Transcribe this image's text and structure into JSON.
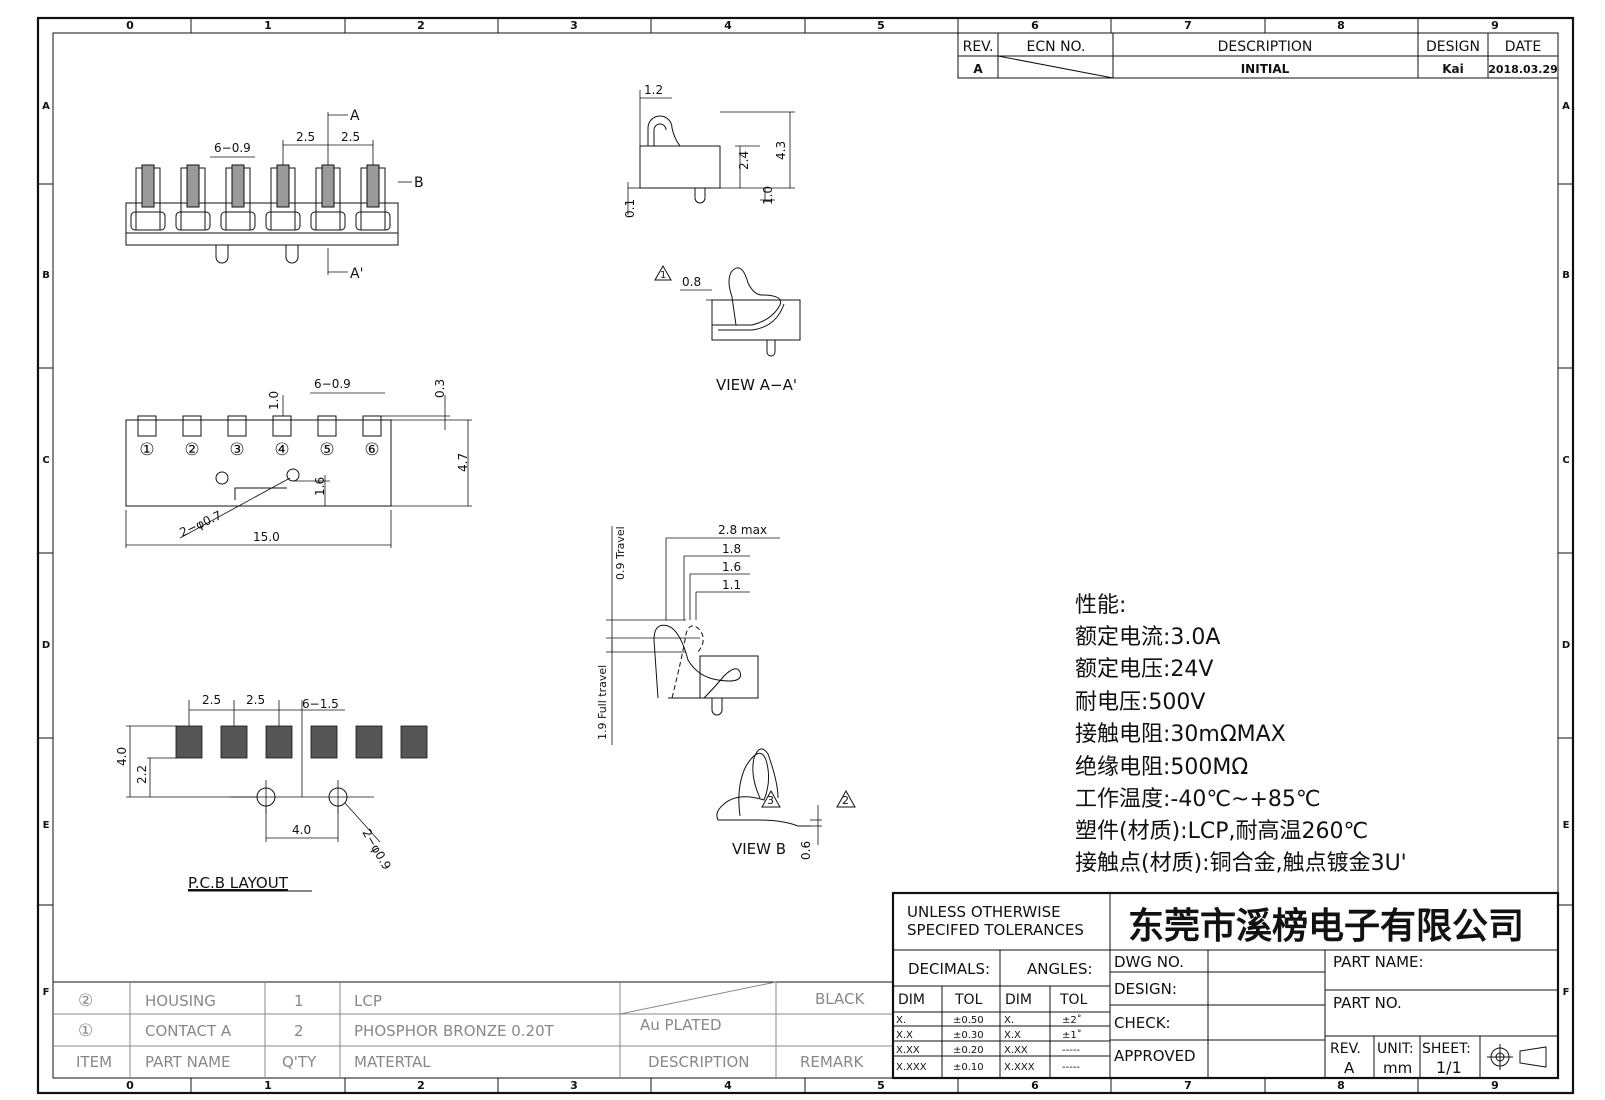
{
  "frame": {
    "col_labels": [
      "0",
      "1",
      "2",
      "3",
      "4",
      "5",
      "6",
      "7",
      "8",
      "9"
    ],
    "row_labels": [
      "A",
      "B",
      "C",
      "D",
      "E",
      "F"
    ]
  },
  "revision_block": {
    "headers": [
      "REV.",
      "ECN NO.",
      "DESCRIPTION",
      "DESIGN",
      "DATE"
    ],
    "rev": "A",
    "description": "INITIAL",
    "design": "Kai",
    "date": "2018.03.29"
  },
  "top_view": {
    "dims": {
      "pitch_a": "2.5",
      "pitch_b": "2.5",
      "width": "6−0.9"
    },
    "marks": {
      "a": "A",
      "a_prime": "A'",
      "b": "B"
    }
  },
  "side_view": {
    "dims": {
      "d1": "1.2",
      "d2": "2.4",
      "d3": "4.3",
      "d4": "1.0",
      "d5": "0.1"
    }
  },
  "section_view": {
    "title": "VIEW A−A'",
    "dim": "0.8",
    "rev_flag": "1"
  },
  "bottom_view": {
    "dims": {
      "width": "6−0.9",
      "tip": "0.3",
      "h1": "1.0",
      "height": "4.7",
      "boss": "1.6",
      "hole": "2−φ0.7",
      "length": "15.0"
    },
    "pin_numbers": [
      "①",
      "②",
      "③",
      "④",
      "⑤",
      "⑥"
    ]
  },
  "travel_view": {
    "dims": {
      "max": "2.8 max",
      "d1": "1.8",
      "d2": "1.6",
      "d3": "1.1",
      "travel": "0.9 Travel",
      "full": "1.9 Full travel"
    }
  },
  "view_b": {
    "title": "VIEW B",
    "dim": "0.6",
    "flag3": "3",
    "flag2": "2"
  },
  "pcb_layout": {
    "title": "P.C.B LAYOUT",
    "dims": {
      "p1": "2.5",
      "p2": "2.5",
      "pad": "6−1.5",
      "h": "4.0",
      "h2": "2.2",
      "hole_pitch": "4.0",
      "hole": "2−φ0.9"
    }
  },
  "specs": {
    "title": "性能:",
    "lines": [
      "额定电流:3.0A",
      "额定电压:24V",
      "耐电压:500V",
      "接触电阻:30mΩMAX",
      "绝缘电阻:500MΩ",
      "工作温度:-40℃~+85℃",
      "塑件(材质):LCP,耐高温260℃",
      "接触点(材质):铜合金,触点镀金3U'"
    ]
  },
  "bom": {
    "rows": [
      {
        "item": "②",
        "name": "HOUSING",
        "qty": "1",
        "material": "LCP",
        "description": "",
        "remark": "BLACK"
      },
      {
        "item": "①",
        "name": "CONTACT A",
        "qty": "2",
        "material": "PHOSPHOR BRONZE 0.20T",
        "description": "Au PLATED",
        "remark": ""
      }
    ],
    "header": {
      "item": "ITEM",
      "name": "PART NAME",
      "qty": "Q'TY",
      "material": "MATERTAL",
      "description": "DESCRIPTION",
      "remark": "REMARK"
    }
  },
  "title_block": {
    "tolerance_note_1": "UNLESS OTHERWISE",
    "tolerance_note_2": "SPECIFED TOLERANCES",
    "company": "东莞市溪榜电子有限公司",
    "decimals": "DECIMALS:",
    "angles": "ANGLES:",
    "dim_header": "DIM",
    "tol_header": "TOL",
    "decimal_rows": [
      [
        "X.",
        "±0.50"
      ],
      [
        "X.X",
        "±0.30"
      ],
      [
        "X.XX",
        "±0.20"
      ],
      [
        "X.XXX",
        "±0.10"
      ]
    ],
    "angle_rows": [
      [
        "X.",
        "±2˚"
      ],
      [
        "X.X",
        "±1˚"
      ],
      [
        "X.XX",
        "-----"
      ],
      [
        "X.XXX",
        "-----"
      ]
    ],
    "dwg_no": "DWG NO.",
    "design": "DESIGN:",
    "check": "CHECK:",
    "approved": "APPROVED",
    "part_name": "PART NAME:",
    "part_no": "PART NO.",
    "rev_label": "REV.",
    "rev_value": "A",
    "unit_label": "UNIT:",
    "unit_value": "mm",
    "sheet_label": "SHEET:",
    "sheet_value": "1/1"
  }
}
